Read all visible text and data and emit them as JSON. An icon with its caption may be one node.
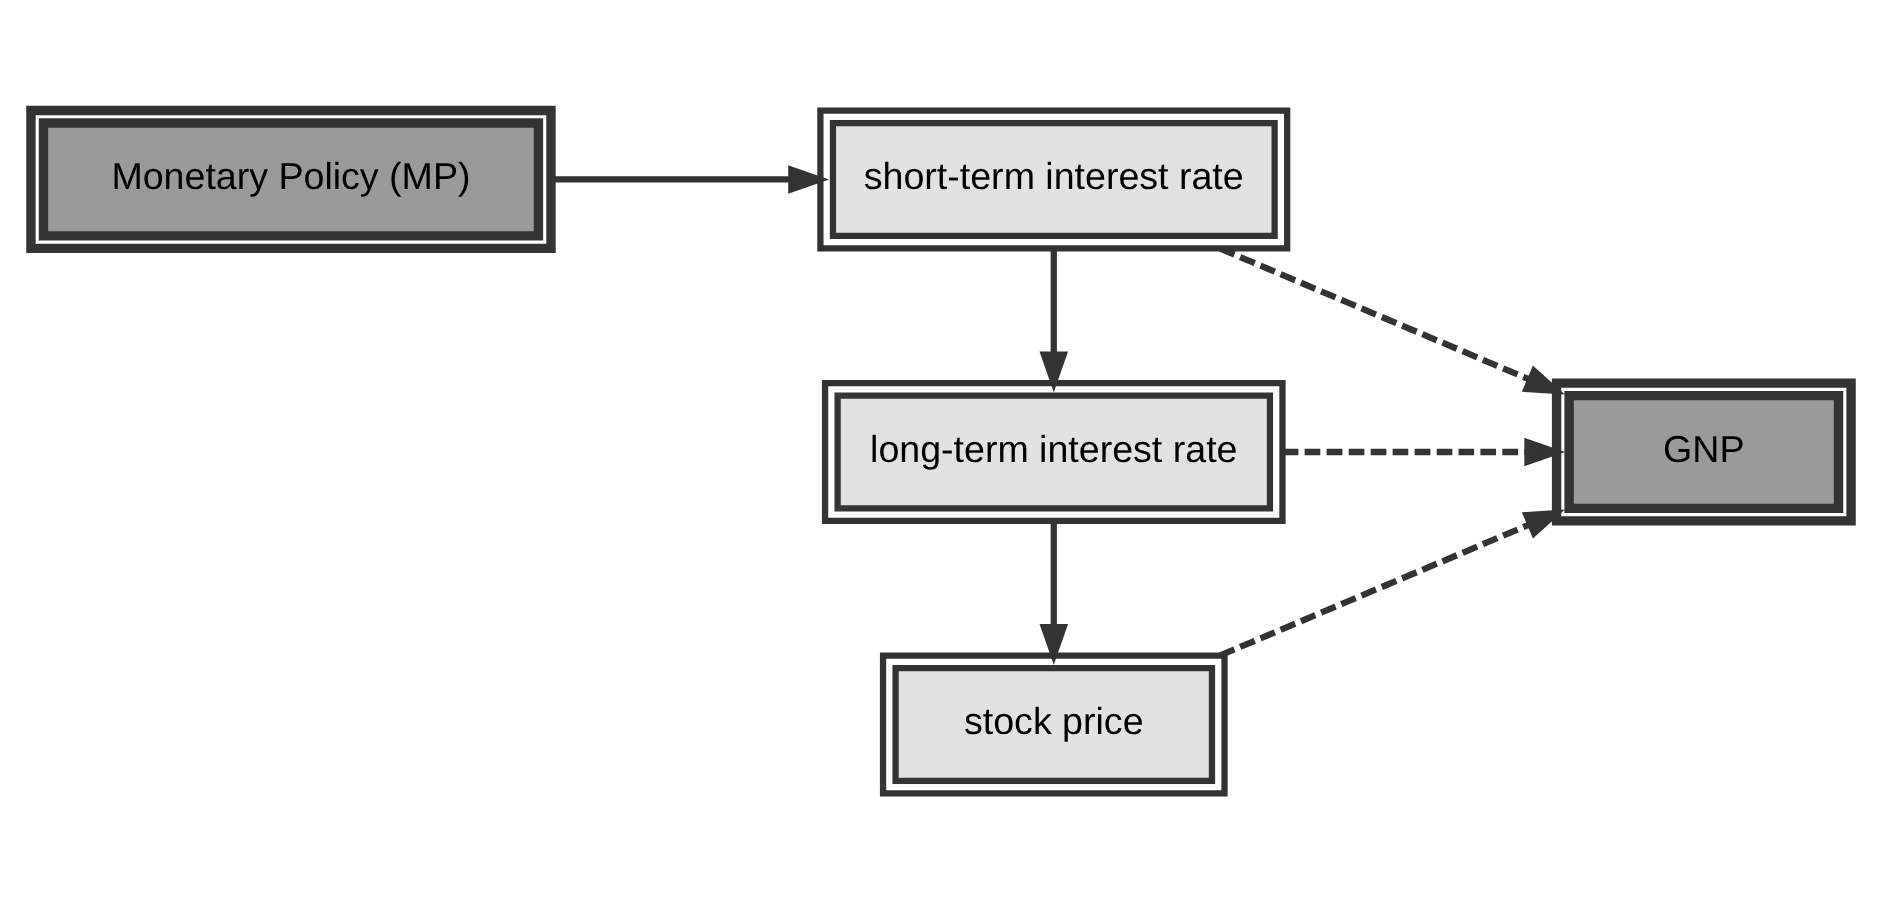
{
  "diagram": {
    "nodes": [
      {
        "text": [
          "Monetary Policy (MP)"
        ]
      },
      {
        "text": [
          "short-term interest rate"
        ]
      },
      {
        "text": [
          "long-term interest rate"
        ]
      },
      {
        "text": [
          "stock price"
        ]
      },
      {
        "text": [
          "GNP"
        ]
      }
    ],
    "edges": [
      {
        "from": 0,
        "to": 1,
        "arrow": "to"
      },
      {
        "from": 1,
        "to": 4,
        "arrow": "to",
        "style": "dashed"
      },
      {
        "from": 1,
        "to": 2,
        "arrow": "to"
      },
      {
        "from": 2,
        "to": 4,
        "arrow": "to",
        "style": "dashed"
      },
      {
        "from": 2,
        "to": 3,
        "arrow": "to"
      },
      {
        "from": 3,
        "to": 4,
        "arrow": "to",
        "style": "dashed"
      }
    ]
  }
}
